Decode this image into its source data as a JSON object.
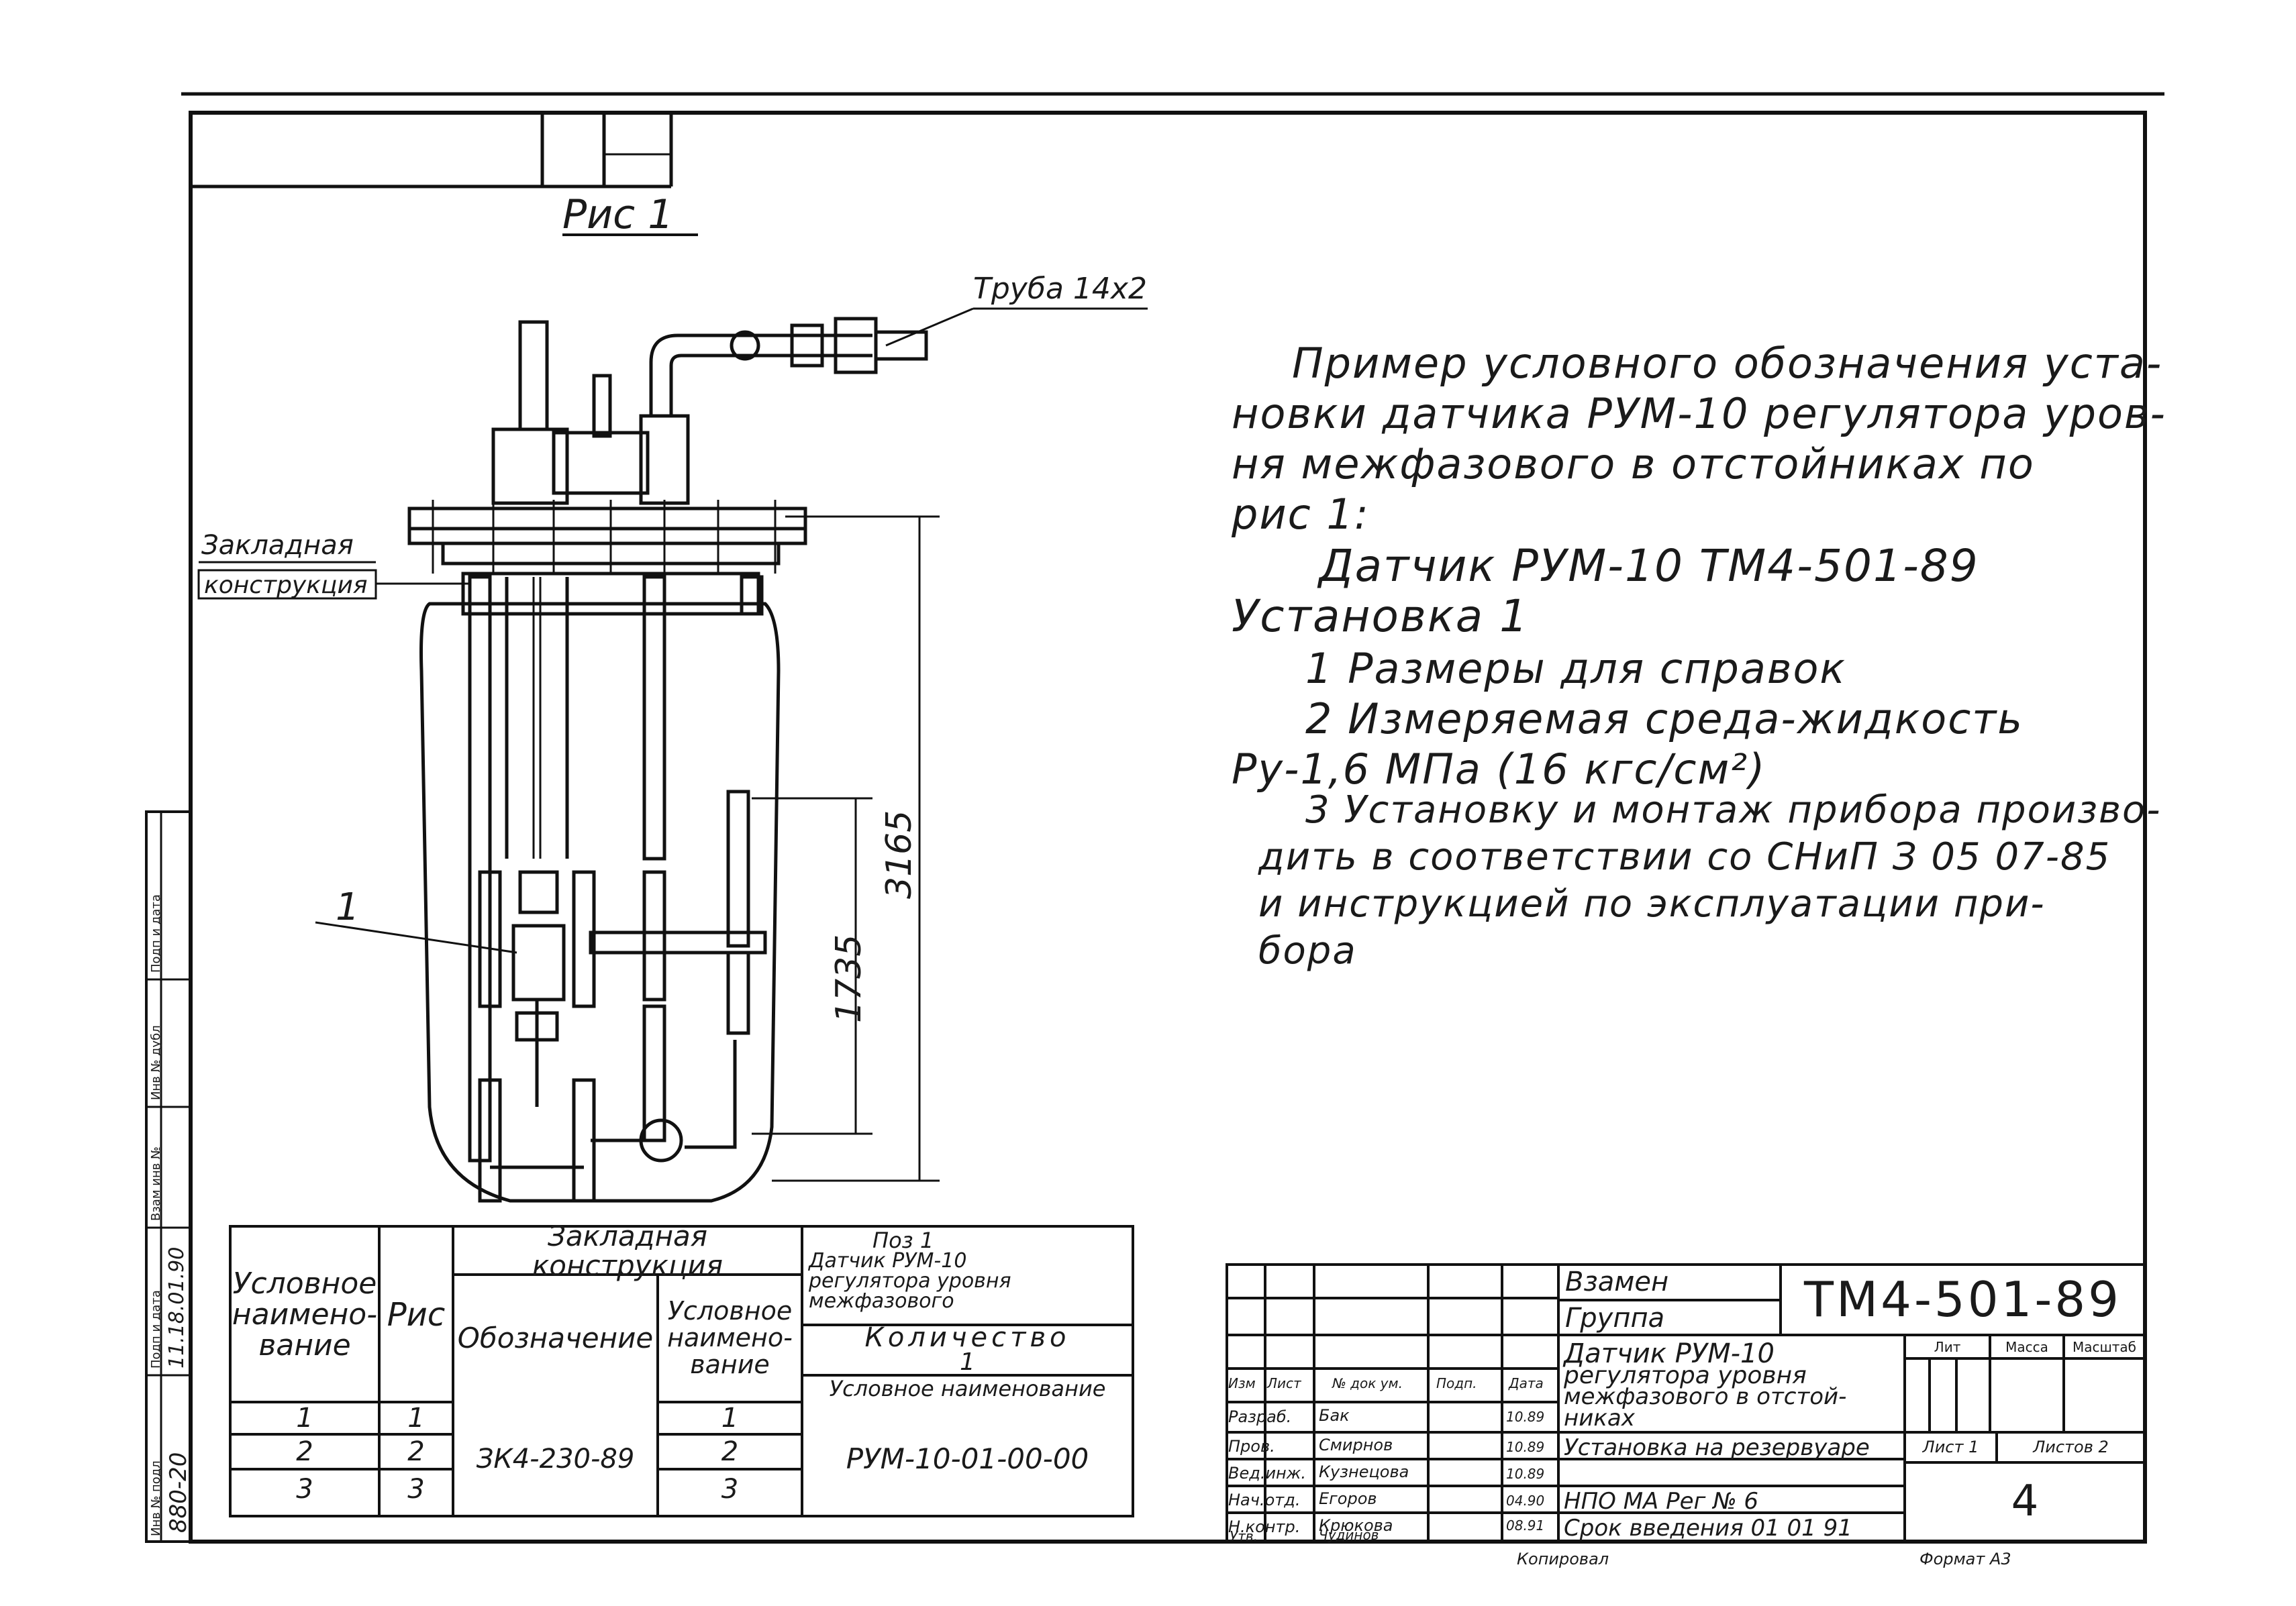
{
  "figure": {
    "caption": "Рис 1",
    "pipe_label": "Труба 14х2",
    "embedded_label_line1": "Закладная",
    "embedded_label_line2": "конструкция",
    "position_marker": "1",
    "dim_total": "3165",
    "dim_inner": "1735"
  },
  "notes": {
    "line1": "Пример условного обозначения уста-",
    "line2": "новки датчика РУМ-10 регулятора уров-",
    "line3": "ня межфазового в отстойниках по",
    "line4": "рис 1:",
    "designation_line1": "Датчик РУМ-10 ТМ4-501-89",
    "designation_line2": "Установка 1",
    "item1": "1 Размеры для справок",
    "item2": "2 Измеряемая среда-жидкость",
    "item2b": "Ру-1,6 МПа (16 кгс/см²)",
    "item3_line1": "3 Установку и монтаж прибора произво-",
    "item3_line2": "дить в соответствии со СНиП З 05 07-85",
    "item3_line3": "и инструкцией по эксплуатации при-",
    "item3_line4": "бора"
  },
  "spec_table": {
    "col1_header": "Условное наимено-вание",
    "col2_header": "Рис",
    "group_header": "Закладная конструкция",
    "sub_designation": "Обозначение",
    "sub_conditional": "Условное наимено-вание",
    "pos_header_line1": "Поз 1",
    "pos_header_line2": "Датчик РУМ-10",
    "pos_header_line3": "регулятора уровня",
    "pos_header_line4": "межфазового",
    "quantity_label": "Количество",
    "quantity_value": "1",
    "cond_name_label": "Условное наименование",
    "designation_value": "ЗК4-230-89",
    "sensor_value": "РУМ-10-01-00-00",
    "rows": [
      {
        "name": "1",
        "fig": "1",
        "cond": "1"
      },
      {
        "name": "2",
        "fig": "2",
        "cond": "2"
      },
      {
        "name": "3",
        "fig": "3",
        "cond": "3"
      }
    ]
  },
  "title_block": {
    "doc_number": "ТМ4-501-89",
    "vzamen": "Взамен",
    "gruppa": "Группа",
    "title_line1": "Датчик РУМ-10",
    "title_line2": "регулятора уровня",
    "title_line3": "межфазового в отстой-",
    "title_line4": "никах",
    "title_line5": "Установка на резервуаре",
    "org": "НПО МА Рег № 6",
    "intro_date": "Срок введения 01 01 91",
    "sheet_number": "4",
    "lit_label": "Лит",
    "mass_label": "Масса",
    "scale_label": "Масштаб",
    "sheet_label": "Лист 1",
    "sheets_label": "Листов 2",
    "hdr_izm": "Изм",
    "hdr_list": "Лист",
    "hdr_doc": "№ док ум.",
    "hdr_sign": "Подп.",
    "hdr_date": "Дата",
    "roles": [
      {
        "role": "Разраб.",
        "name": "Бак"
      },
      {
        "role": "Пров.",
        "name": "Смирнов"
      },
      {
        "role": "Вед.инж.",
        "name": "Кузнецова"
      },
      {
        "role": "Нач.отд.",
        "name": "Егоров"
      },
      {
        "role": "Н.контр.",
        "name": "Крюкова"
      },
      {
        "role": "Утв.",
        "name": "Чудинов"
      }
    ],
    "dates": [
      "10.89",
      "10.89",
      "10.89",
      "04.90",
      "08.91"
    ],
    "copied": "Копировал",
    "format": "Формат А3"
  },
  "side_strip": {
    "labels": [
      "Инв № подл",
      "Подп и дата",
      "Взам инв №",
      "Инв № дубл",
      "Подп и дата"
    ],
    "inv_value": "880-20",
    "date_value": "11.18.01.90"
  }
}
